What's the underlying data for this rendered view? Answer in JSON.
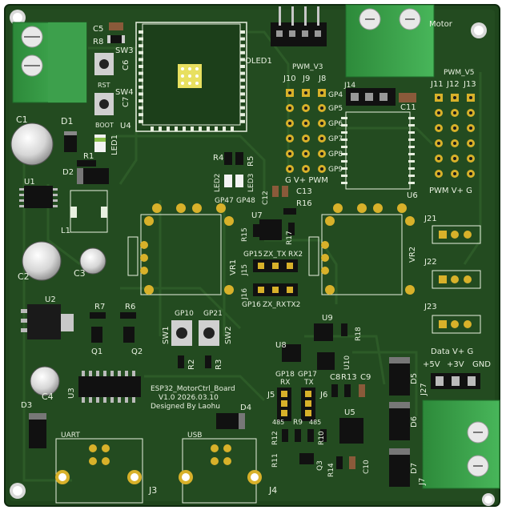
{
  "board": {
    "title": "ESP32_MotorCtrl_Board",
    "version": "V1.0 2026.03.10",
    "designer": "Designed By Laohu"
  },
  "labels": {
    "c5": "C5",
    "r8": "R8",
    "sw3": "SW3",
    "c6": "C6",
    "sw4": "SW4",
    "c7": "C7",
    "rst": "RST",
    "boot": "BOOT",
    "u4": "U4",
    "oled1": "OLED1",
    "pwm_v3": "PWM_V3",
    "motor": "Motor",
    "j10": "J10",
    "j9": "J9",
    "j8": "J8",
    "j14": "J14",
    "c11": "C11",
    "gp4": "GP4",
    "gp5": "GP5",
    "gp6": "GP6",
    "gp7": "GP7",
    "gp8": "GP8",
    "gp9": "GP9",
    "g_vplus_pwm": "G V+ PWM",
    "u6": "U6",
    "pwm_v5": "PWM_V5",
    "j11": "J11",
    "j12": "J12",
    "j13": "J13",
    "pwm_vplus_g": "PWM V+ G",
    "c1": "C1",
    "d1": "D1",
    "led1": "LED1",
    "r1": "R1",
    "d2": "D2",
    "u1": "U1",
    "l1": "L1",
    "c2": "C2",
    "c3": "C3",
    "u2": "U2",
    "r7": "R7",
    "r6": "R6",
    "q1": "Q1",
    "q2": "Q2",
    "c4": "C4",
    "d3": "D3",
    "u3": "U3",
    "r4": "R4",
    "r5": "R5",
    "led2": "LED2",
    "led3": "LED3",
    "gp47": "GP47",
    "gp48": "GP48",
    "c12": "C12",
    "c13": "C13",
    "r16": "R16",
    "u7": "U7",
    "r15": "R15",
    "r17": "R17",
    "gp15": "GP15",
    "zx_tx": "ZX_TX",
    "rx2": "RX2",
    "j15": "J15",
    "j16": "J16",
    "gp16": "GP16",
    "zx_rx": "ZX_RX",
    "tx2": "TX2",
    "vr1": "VR1",
    "vr2": "VR2",
    "j21": "J21",
    "j22": "J22",
    "j23": "J23",
    "data_vplus_g": "Data V+ G",
    "gp10": "GP10",
    "gp21": "GP21",
    "sw1": "SW1",
    "sw2": "SW2",
    "r2": "R2",
    "r3": "R3",
    "u9": "U9",
    "r18": "R18",
    "u8": "U8",
    "u10": "U10",
    "gp18": "GP18",
    "gp17": "GP17",
    "rx": "RX",
    "tx": "TX",
    "j5": "J5",
    "j6": "J6",
    "c8": "C8",
    "r13": "R13",
    "c9": "C9",
    "d5": "D5",
    "j27": "J27",
    "plus5v": "+5V",
    "plus3v": "+3V",
    "gnd": "GND",
    "d4": "D4",
    "u5": "U5",
    "r9": "R9",
    "r12": "R12",
    "r10": "R10",
    "q3": "Q3",
    "r11": "R11",
    "r14": "R14",
    "c10": "C10",
    "d6": "D6",
    "d7": "D7",
    "j7": "J7",
    "uart": "UART",
    "usb": "USB",
    "j3": "J3",
    "j4": "J4",
    "b485": "485",
    "a485": "485"
  },
  "colors": {
    "pcb_dark": "#173a17",
    "pcb": "#244a1f",
    "copper": "#2e5a27",
    "silk": "#e8f0e0",
    "terminal_green": "#3aa24a",
    "pad_gold": "#d8b12a",
    "ic_black": "#1b1b1b"
  }
}
